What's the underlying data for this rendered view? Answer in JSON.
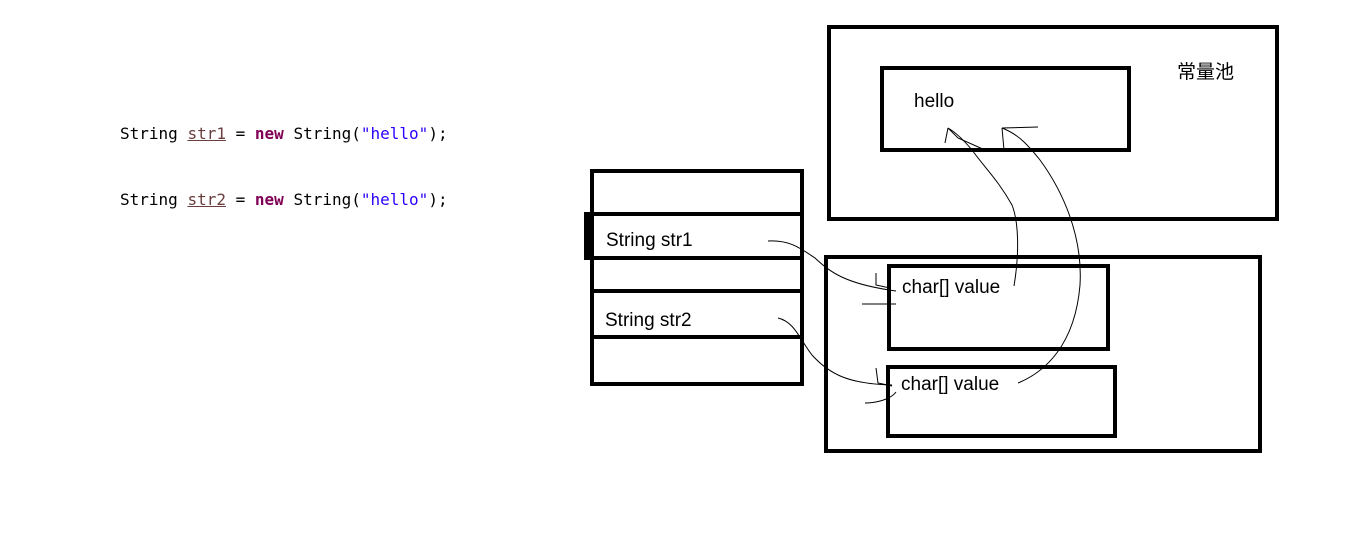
{
  "code": [
    {
      "type": "String",
      "var": "str1",
      "op": "=",
      "kw": "new",
      "ctor": "String(",
      "lit": "\"hello\"",
      "end": ");"
    },
    {
      "type": "String",
      "var": "str2",
      "op": "=",
      "kw": "new",
      "ctor": "String(",
      "lit": "\"hello\"",
      "end": ");"
    }
  ],
  "stack": {
    "str1_label": "String  str1",
    "str2_label": "String str2"
  },
  "pool": {
    "title": "常量池",
    "hello_label": "hello"
  },
  "heap": {
    "obj1_label": "char[] value",
    "obj2_label": "char[] value"
  }
}
